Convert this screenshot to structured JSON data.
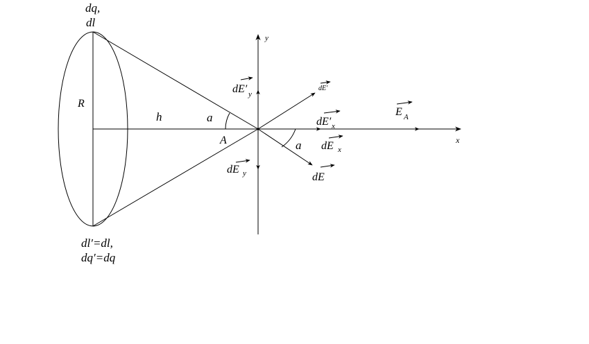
{
  "labels": {
    "top_charge": "dq,",
    "top_length": "dl",
    "radius": "R",
    "distance": "h",
    "angle_left": "a",
    "point": "A",
    "angle_right": "a",
    "y_axis": "y",
    "x_axis": "x",
    "dEy_prime": "dE′",
    "dEy_prime_sub": "y",
    "dE_prime": "dE′",
    "dEx_prime": "dE′",
    "dEx_prime_sub": "x",
    "dEx": "dE",
    "dEx_sub": "x",
    "EA": "E",
    "EA_sub": "A",
    "dEy": "dE",
    "dEy_sub": "y",
    "dE": "dE",
    "bottom_length": "dl′=dl,",
    "bottom_charge": "dq′=dq"
  }
}
